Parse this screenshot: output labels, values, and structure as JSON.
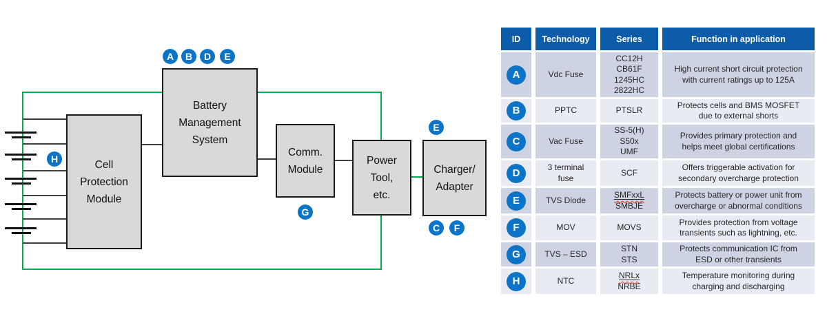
{
  "colors": {
    "header_blue": "#0c5ca9",
    "badge_blue": "#0b74c6",
    "row_dark": "#cdd3e2",
    "row_light": "#e9ebf3",
    "loop_green": "#00b050",
    "box_fill": "#d9d9d9"
  },
  "diagram": {
    "blocks": {
      "cell_protection": {
        "label": "Cell\nProtection\nModule"
      },
      "bms": {
        "label": "Battery\nManagement\nSystem"
      },
      "comm": {
        "label": "Comm.\nModule"
      },
      "power_tool": {
        "label": "Power\nTool,\netc."
      },
      "charger": {
        "label": "Charger/\nAdapter"
      }
    },
    "badges": {
      "bms_top": [
        "A",
        "B",
        "D",
        "E"
      ],
      "battery": "H",
      "comm": "G",
      "charger_top": "E",
      "charger_bottom": [
        "C",
        "F"
      ]
    }
  },
  "table": {
    "headers": [
      "ID",
      "Technology",
      "Series",
      "Function in application"
    ],
    "rows": [
      {
        "id": "A",
        "technology": "Vdc Fuse",
        "series": [
          {
            "t": "CC12H"
          },
          {
            "t": "CB61F"
          },
          {
            "t": "1245HC"
          },
          {
            "t": "2822HC"
          }
        ],
        "function": "High current short circuit protection\nwith current ratings up to 125A"
      },
      {
        "id": "B",
        "technology": "PPTC",
        "series": [
          {
            "t": "PTSLR"
          }
        ],
        "function": "Protects cells and BMS MOSFET\ndue to external shorts"
      },
      {
        "id": "C",
        "technology": "Vac Fuse",
        "series": [
          {
            "t": "SS-5(H)"
          },
          {
            "t": "S50x"
          },
          {
            "t": "UMF"
          }
        ],
        "function": "Provides primary protection and\nhelps meet global certifications"
      },
      {
        "id": "D",
        "technology": "3 terminal\nfuse",
        "series": [
          {
            "t": "SCF"
          }
        ],
        "function": "Offers triggerable activation for\nsecondary overcharge protection"
      },
      {
        "id": "E",
        "technology": "TVS Diode",
        "series": [
          {
            "t": "SMFxxL",
            "u": true
          },
          {
            "t": "SMBJE"
          }
        ],
        "function": "Protects battery or power unit from\novercharge or abnormal conditions"
      },
      {
        "id": "F",
        "technology": "MOV",
        "series": [
          {
            "t": "MOVS"
          }
        ],
        "function": "Provides protection from voltage\ntransients such as lightning, etc."
      },
      {
        "id": "G",
        "technology": "TVS – ESD",
        "series": [
          {
            "t": "STN"
          },
          {
            "t": "STS"
          }
        ],
        "function": "Protects communication IC from\nESD or other transients"
      },
      {
        "id": "H",
        "technology": "NTC",
        "series": [
          {
            "t": "NRLx",
            "u": true
          },
          {
            "t": "NRBE"
          }
        ],
        "function": "Temperature monitoring during\ncharging and discharging"
      }
    ]
  }
}
